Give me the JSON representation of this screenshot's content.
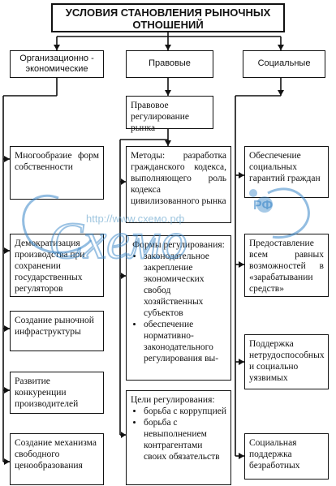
{
  "title": "УСЛОВИЯ СТАНОВЛЕНИЯ РЫНОЧНЫХ ОТНОШЕНИЙ",
  "columns": {
    "org": "Организационно - экономические",
    "legal": "Правовые",
    "social": "Социальные"
  },
  "org_items": [
    "Многообразие форм собственности",
    "Демократизация производства при сохранении государственных регуляторов",
    "Создание рыночной инфраструктуры",
    "Развитие конкуренции производителей",
    "Создание механизма свободного ценообразования"
  ],
  "legal": {
    "regulation": "Правовое регулирование рынка",
    "methods": "Методы: разработка гражданского кодекса, выполняющего роль кодекса цивилизованного рынка",
    "forms_title": "Формы регулирования:",
    "forms_items": [
      "законодательное закрепление экономических свобод хозяйственных субъектов",
      "обеспечение нормативно-законодательного регулирования вы-"
    ],
    "goals_title": "Цели регулирования:",
    "goals_items": [
      "борьба с коррупцией",
      "борьба с невыполнением контрагентами своих обязательств"
    ]
  },
  "social_items": [
    "Обеспечение социальных гарантий граждан",
    "Предоставление всем равных возможностей в «зарабатывании средств»",
    "Поддержка нетрудоспособных и социально уязвимых",
    "Социальная поддержка безработных"
  ],
  "watermark": {
    "url": "http://www.схемо.рф",
    "brand": "Схемо",
    "rf": "РФ",
    "color": "#3a87c8"
  }
}
